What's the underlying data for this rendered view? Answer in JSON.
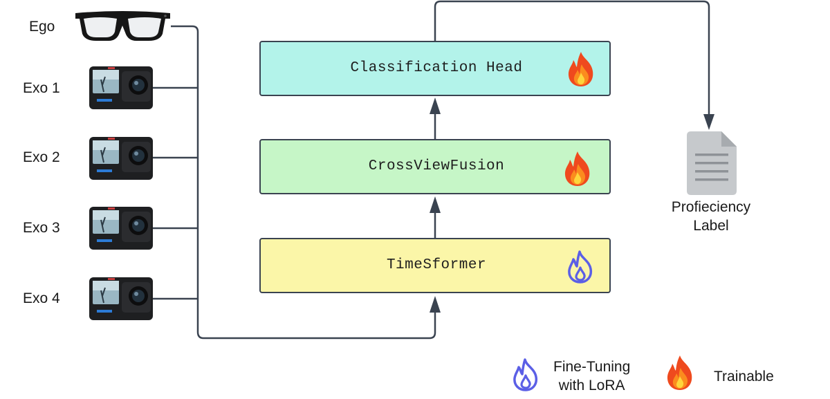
{
  "colors": {
    "line": "#3a4350",
    "classification_fill": "#b3f3ea",
    "fusion_fill": "#c6f6c7",
    "timesformer_fill": "#fbf6a8",
    "lora_flame": "#5b5fe6",
    "trainable_flame": "#ef4a1e",
    "document": "#c6c9cc"
  },
  "inputs": [
    {
      "label": "Ego",
      "icon": "smart-glasses-icon"
    },
    {
      "label": "Exo 1",
      "icon": "action-camera-icon"
    },
    {
      "label": "Exo 2",
      "icon": "action-camera-icon"
    },
    {
      "label": "Exo 3",
      "icon": "action-camera-icon"
    },
    {
      "label": "Exo 4",
      "icon": "action-camera-icon"
    }
  ],
  "blocks": {
    "classification_head": {
      "label": "Classification Head",
      "icon": "flame-icon"
    },
    "cross_view_fusion": {
      "label": "CrossViewFusion",
      "icon": "flame-icon"
    },
    "timesformer": {
      "label": "TimeSformer",
      "icon": "outline-flame-icon"
    }
  },
  "output": {
    "line1": "Profieciency",
    "line2": "Label",
    "icon": "document-icon"
  },
  "legend": {
    "lora_line1": "Fine-Tuning",
    "lora_line2": "with LoRA",
    "trainable": "Trainable"
  }
}
